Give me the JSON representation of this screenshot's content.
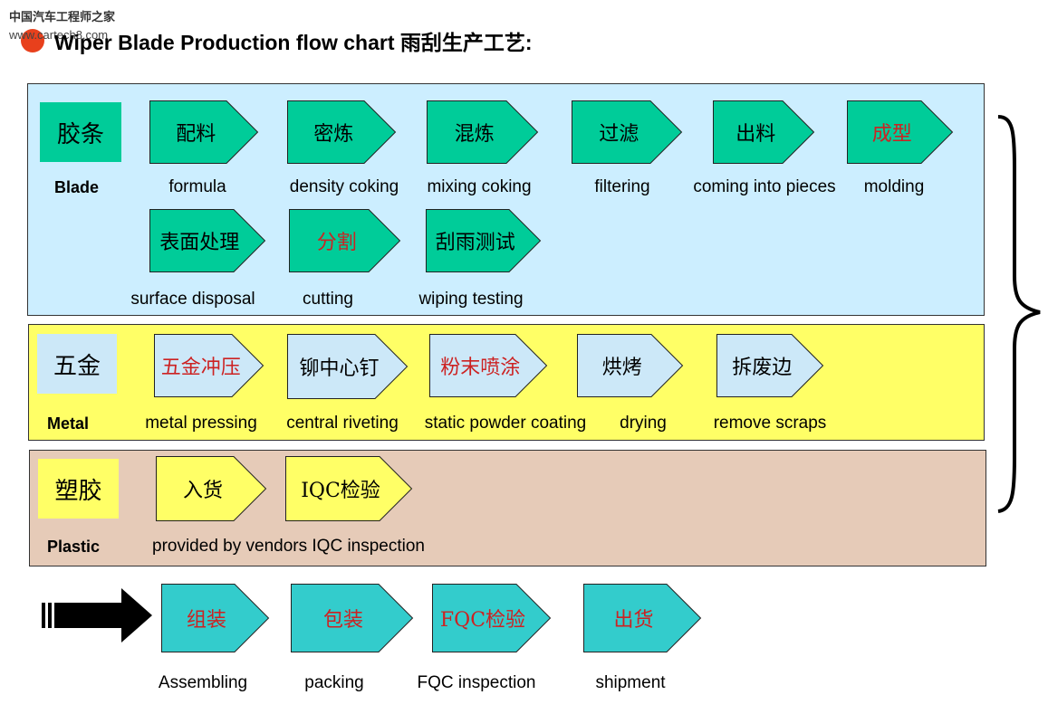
{
  "watermark": {
    "line1": "中国汽车工程师之家",
    "line2": "www.cartech8.com"
  },
  "title": "Wiper Blade Production  flow chart 雨刮生产工艺:",
  "colors": {
    "blade_bg": "#cceeff",
    "metal_bg": "#ffff66",
    "plastic_bg": "#e6cbb8",
    "green_box": "#00cc99",
    "lightblue_box": "#cce8f8",
    "yellow_box": "#ffff66",
    "teal_box": "#33cccc",
    "red_text": "#cc2222"
  },
  "blade": {
    "category": "胶条",
    "label": "Blade",
    "steps": [
      {
        "cn": "配料",
        "en": "formula"
      },
      {
        "cn": "密炼",
        "en": "density coking"
      },
      {
        "cn": "混炼",
        "en": "mixing coking"
      },
      {
        "cn": "过滤",
        "en": "filtering"
      },
      {
        "cn": "出料",
        "en": "coming into pieces"
      },
      {
        "cn": "成型",
        "en": "molding"
      },
      {
        "cn": "表面处理",
        "en": "surface disposal"
      },
      {
        "cn": "分割",
        "en": "cutting"
      },
      {
        "cn": "刮雨测试",
        "en": "wiping  testing"
      }
    ]
  },
  "metal": {
    "category": "五金",
    "label": "Metal",
    "steps": [
      {
        "cn": "五金冲压",
        "en": "metal pressing"
      },
      {
        "cn": "铆中心钉",
        "en": "central riveting"
      },
      {
        "cn": "粉末喷涂",
        "en": "static powder coating"
      },
      {
        "cn": "烘烤",
        "en": "drying"
      },
      {
        "cn": "拆废边",
        "en": "remove scraps"
      }
    ]
  },
  "plastic": {
    "category": "塑胶",
    "label": "Plastic",
    "steps": [
      {
        "cn": "入货"
      },
      {
        "cn": "IQC检验"
      }
    ],
    "caption": "provided by vendors IQC inspection"
  },
  "final": {
    "steps": [
      {
        "cn": "组装",
        "en": "Assembling"
      },
      {
        "cn": "包装",
        "en": "packing"
      },
      {
        "cn": "FQC检验",
        "en": "FQC inspection"
      },
      {
        "cn": "出货",
        "en": "shipment"
      }
    ]
  }
}
